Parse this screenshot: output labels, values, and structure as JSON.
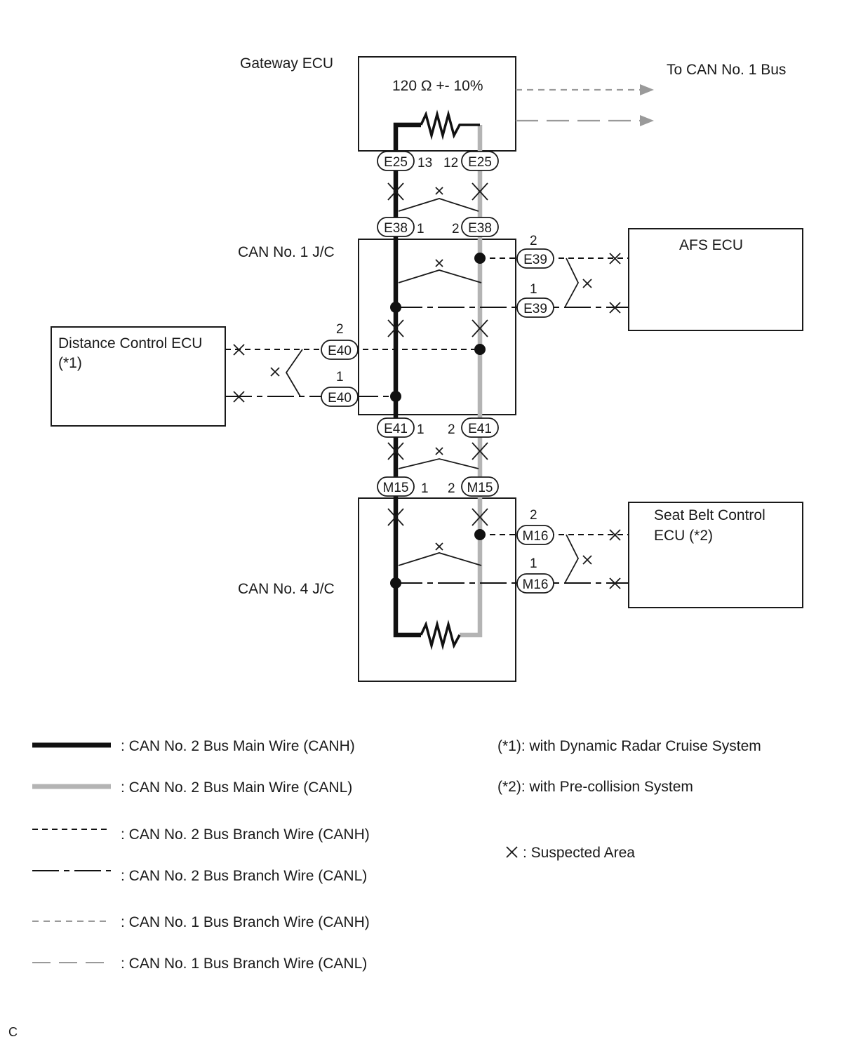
{
  "components": {
    "gateway_ecu": "Gateway ECU",
    "gateway_resistor": "120 Ω +- 10%",
    "to_can1_bus": "To CAN No. 1 Bus",
    "can1_jc": "CAN No. 1 J/C",
    "can4_jc": "CAN No. 4 J/C",
    "afs_ecu": "AFS ECU",
    "distance_ecu_line1": "Distance Control ECU",
    "distance_ecu_line2": "(*1)",
    "seatbelt_ecu_line1": "Seat Belt Control",
    "seatbelt_ecu_line2": "ECU (*2)"
  },
  "connectors": {
    "e25": "E25",
    "e38": "E38",
    "e39": "E39",
    "e40": "E40",
    "e41": "E41",
    "m15": "M15",
    "m16": "M16"
  },
  "pins": {
    "e25_h": "13",
    "e25_l": "12",
    "e38_h": "1",
    "e38_l": "2",
    "e39_h": "2",
    "e39_l": "1",
    "e40_h": "2",
    "e40_l": "1",
    "e41_h": "1",
    "e41_l": "2",
    "m15_h": "1",
    "m15_l": "2",
    "m16_h": "2",
    "m16_l": "1"
  },
  "legend": {
    "can2_main_h": ": CAN No. 2 Bus Main Wire (CANH)",
    "can2_main_l": ": CAN No. 2 Bus Main Wire (CANL)",
    "can2_branch_h": ": CAN No. 2 Bus Branch Wire (CANH)",
    "can2_branch_l": ": CAN No. 2 Bus Branch Wire (CANL)",
    "can1_branch_h": ": CAN No. 1 Bus Branch Wire (CANH)",
    "can1_branch_l": ": CAN No. 1 Bus Branch Wire (CANL)"
  },
  "notes": {
    "note1": "(*1): with Dynamic Radar Cruise System",
    "note2": "(*2): with Pre-collision System",
    "suspected": ": Suspected Area"
  },
  "corner_label": "C",
  "colors": {
    "canh_main": "#111111",
    "canl_main": "#b4b4b4",
    "can1_branch": "#9a9a9a"
  }
}
